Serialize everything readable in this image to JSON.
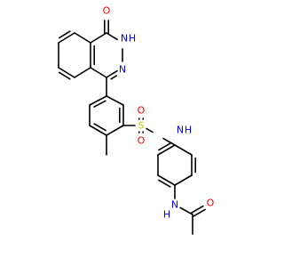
{
  "molecule": {
    "colors": {
      "bond": "#000000",
      "O": "#ff0000",
      "N": "#0000ff",
      "S": "#c8c800"
    },
    "labels": {
      "O1": "O",
      "N1": "N",
      "H1": "H",
      "N2": "N",
      "O2": "O",
      "S": "S",
      "O3": "O",
      "N3": "N",
      "H3": "H",
      "N4": "N",
      "H4": "H",
      "O4": "O"
    }
  }
}
